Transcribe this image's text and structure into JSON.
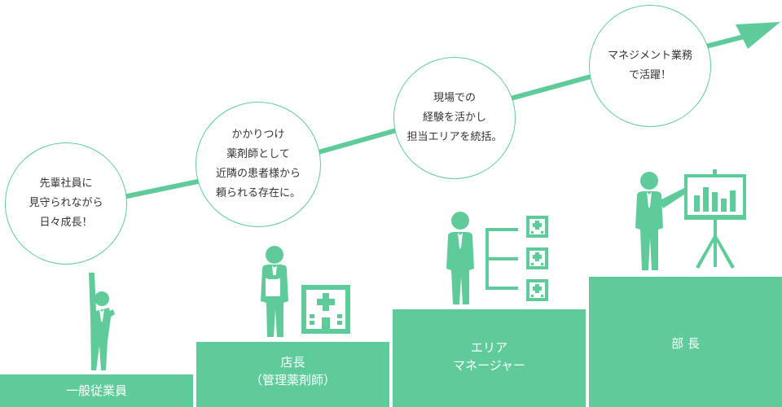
{
  "colors": {
    "accent": "#5fcb9a",
    "text": "#333333",
    "label_text": "#ffffff"
  },
  "steps": [
    {
      "label": "一般従業員"
    },
    {
      "label": "店長\n（管理薬剤師）"
    },
    {
      "label": "エリア\nマネージャー"
    },
    {
      "label": "部 長"
    }
  ],
  "bubbles": [
    {
      "text": "先輩社員に\n見守られながら\n日々成長！"
    },
    {
      "text": "かかりつけ\n薬剤師として\n近隣の患者様から\n頼られる存在に。"
    },
    {
      "text": "現場での\n経験を活かし\n担当エリアを統括。"
    },
    {
      "text": "マネジメント業務\nで活躍！"
    }
  ],
  "icons": {
    "figure_1": "person-raising-hand-icon",
    "figure_2": "person-holding-clipboard-icon",
    "figure_3": "person-icon",
    "figure_4": "person-presenting-icon",
    "building_2": "hospital-building-icon",
    "buildings_3": "hospital-building-icon",
    "board_4": "presentation-board-icon"
  }
}
